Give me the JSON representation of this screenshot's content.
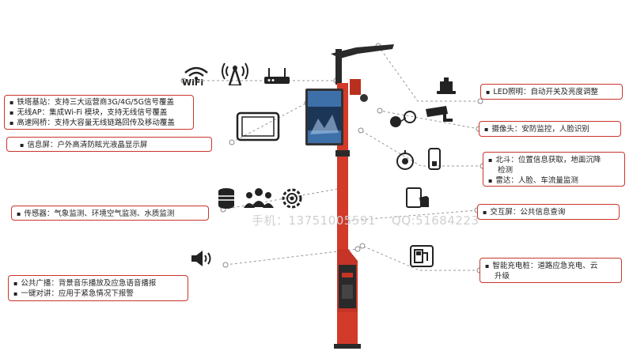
{
  "left_boxes": {
    "tower": [
      "铁塔基站：支持三大运营商3G/4G/5G信号覆盖",
      "无线AP：集成Wi-Fi 模块，支持无线信号覆盖",
      "高速网桥：支持大容量无线链路回传及移动覆盖"
    ],
    "screen": [
      "信息屏：户外高清防眩光液晶显示屏"
    ],
    "sensor": [
      "传感器：气象监测、环境空气监测、水质监测"
    ],
    "broadcast": [
      "公共广播：背景音乐播放及应急语音播报",
      "一键对讲：应用于紧急情况下报警"
    ]
  },
  "right_boxes": {
    "led": [
      "LED照明：自动开关及亮度调整"
    ],
    "camera": [
      "摄像头：安防监控，人脸识别"
    ],
    "beidou": [
      "北斗：位置信息获取，地面沉降",
      "检测",
      "雷达：人脸、车流量监测"
    ],
    "interactive": [
      "交互屏：公共信息查询"
    ],
    "charger": [
      "智能充电桩：道路应急充电、云",
      "升级"
    ]
  },
  "icons": {
    "wifi_label": "WiFi",
    "wifi": "wifi-icon",
    "tower": "signal-tower-icon",
    "router": "router-icon",
    "tablet": "tablet-screen-icon",
    "sensor_unit": "sensor-unit-icon",
    "people": "people-icon",
    "gear": "gear-icon",
    "speaker": "speaker-icon",
    "lamp": "ceiling-lamp-icon",
    "camera": "cctv-camera-icon",
    "radar": "radar-icon",
    "beidou": "beidou-device-icon",
    "touch": "touch-screen-icon",
    "charger": "charger-icon"
  },
  "watermark": {
    "phone": "手机：13751005591",
    "qq": "QQ:51684223"
  },
  "colors": {
    "accent": "#c9352b",
    "pole": "#d23a2a",
    "pole_dark": "#2a2a2a"
  }
}
